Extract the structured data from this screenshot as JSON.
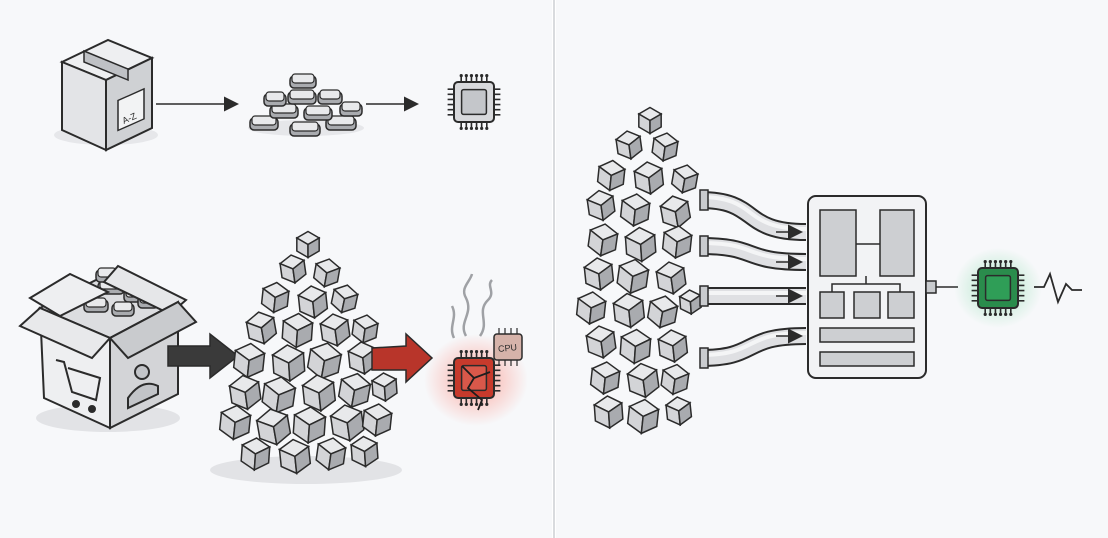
{
  "panels": {
    "left": {
      "top_row": {
        "box_label": "A-Z",
        "steps": [
          "box",
          "small-pile",
          "chip"
        ]
      },
      "bottom_row": {
        "chip_label": "CPU",
        "steps": [
          "open-box",
          "large-pile",
          "overheating-chip"
        ]
      }
    },
    "right": {
      "steps": [
        "cube-wall",
        "pipes",
        "processor-board",
        "chip",
        "signal"
      ]
    }
  },
  "colors": {
    "background": "#f7f8fa",
    "outline": "#2b2b2b",
    "block": "#d3d4d7",
    "block_light": "#e8e9eb",
    "block_dark": "#a9abaf",
    "arrow_dark": "#3a3a3a",
    "arrow_red": "#b8352a",
    "chip_hot": "#c73a2c",
    "chip_ok": "#2f9e57",
    "divider": "#d9dbde"
  },
  "icons": [
    "box-icon",
    "cart-icon",
    "user-icon",
    "chip-icon",
    "smoke-icon",
    "crack-icon",
    "signal-icon"
  ]
}
